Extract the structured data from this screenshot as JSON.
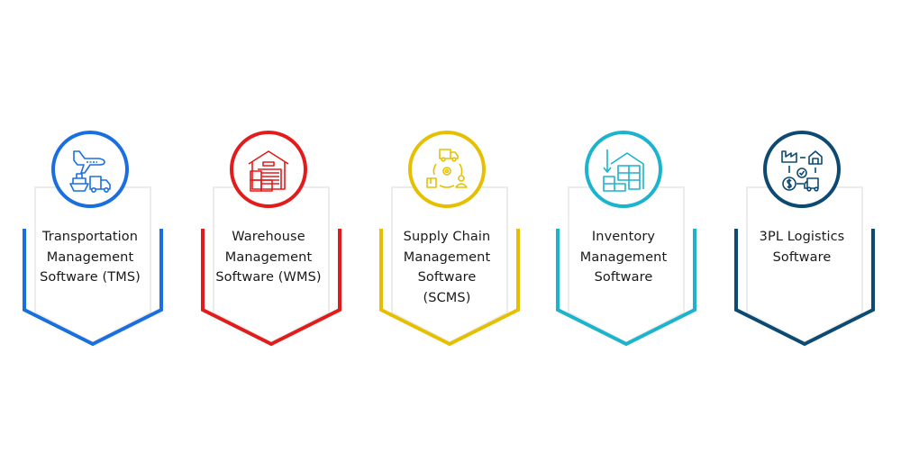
{
  "cards": [
    {
      "label": "Transportation Management Software (TMS)",
      "lines": [
        "Transportation",
        "Management",
        "Software (TMS)"
      ],
      "icon": "transport-icon",
      "color": "#1a6fe0"
    },
    {
      "label": "Warehouse Management Software (WMS)",
      "lines": [
        "Warehouse",
        "Management",
        "Software (WMS)"
      ],
      "icon": "warehouse-icon",
      "color": "#e31b1b"
    },
    {
      "label": "Supply Chain Management Software (SCMS)",
      "lines": [
        "Supply Chain",
        "Management",
        "Software",
        "(SCMS)"
      ],
      "icon": "supply-chain-icon",
      "color": "#e6c000"
    },
    {
      "label": "Inventory Management Software",
      "lines": [
        "Inventory",
        "Management",
        "Software"
      ],
      "icon": "inventory-icon",
      "color": "#1cb3cc"
    },
    {
      "label": "3PL Logistics Software",
      "lines": [
        "3PL Logistics",
        "Software"
      ],
      "icon": "3pl-logistics-icon",
      "color": "#0d4a72"
    }
  ]
}
